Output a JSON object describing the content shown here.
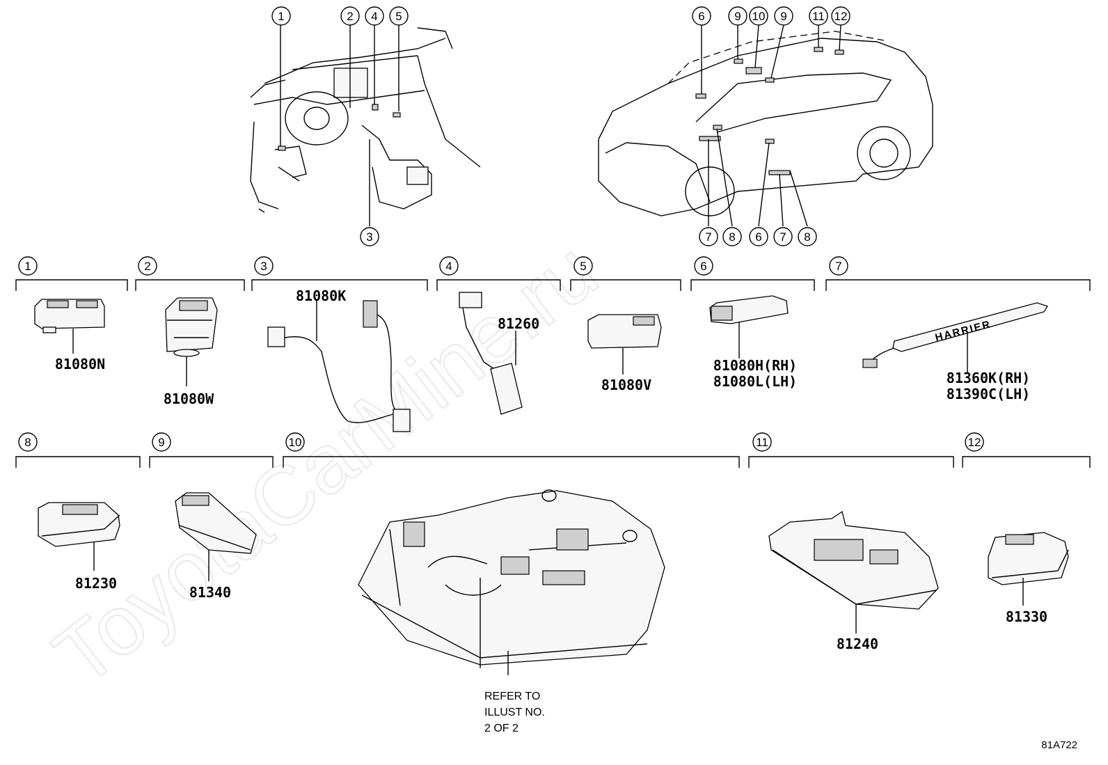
{
  "watermark": "ToyotaCarMine.ru",
  "overview_callouts": {
    "dashboard": [
      "1",
      "2",
      "4",
      "5",
      "3"
    ],
    "vehicle_top": [
      "6",
      "9",
      "10",
      "9",
      "11",
      "12"
    ],
    "vehicle_bottom": [
      "7",
      "8",
      "6",
      "7",
      "8"
    ]
  },
  "sections": [
    {
      "num": "1",
      "parts": [
        "81080N"
      ]
    },
    {
      "num": "2",
      "parts": [
        "81080W"
      ]
    },
    {
      "num": "3",
      "parts": [
        "81080K"
      ]
    },
    {
      "num": "4",
      "parts": [
        "81260"
      ]
    },
    {
      "num": "5",
      "parts": [
        "81080V"
      ]
    },
    {
      "num": "6",
      "parts": [
        "81080H(RH)",
        "81080L(LH)"
      ]
    },
    {
      "num": "7",
      "parts": [
        "81360K(RH)",
        "81390C(LH)"
      ],
      "emblem": "HARRIER"
    },
    {
      "num": "8",
      "parts": [
        "81230"
      ]
    },
    {
      "num": "9",
      "parts": [
        "81340"
      ]
    },
    {
      "num": "10",
      "parts": [],
      "note": [
        "REFER TO",
        "ILLUST NO.",
        "2 OF 2"
      ]
    },
    {
      "num": "11",
      "parts": [
        "81240"
      ]
    },
    {
      "num": "12",
      "parts": [
        "81330"
      ]
    }
  ],
  "illustration_code": "81A722",
  "colors": {
    "line": "#000000",
    "background": "#ffffff",
    "watermark": "#e9e9e9"
  }
}
